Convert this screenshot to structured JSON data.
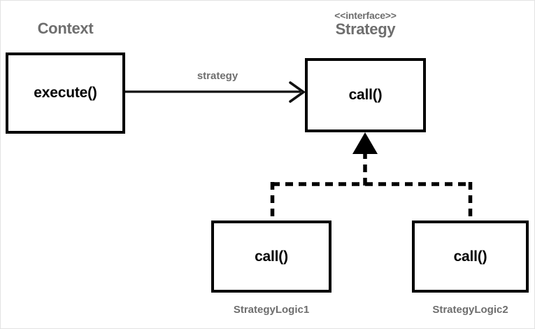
{
  "diagram": {
    "type": "uml-class-diagram",
    "pattern": "Strategy",
    "background": "#ffffff",
    "stroke_color": "#000000",
    "label_color": "#6e6e6e",
    "frame_color": "#e3e3e3"
  },
  "nodes": {
    "context": {
      "name": "Context",
      "member": "execute()"
    },
    "strategy": {
      "stereotype": "<<interface>>",
      "name": "Strategy",
      "member": "call()"
    },
    "logic1": {
      "name": "StrategyLogic1",
      "member": "call()"
    },
    "logic2": {
      "name": "StrategyLogic2",
      "member": "call()"
    }
  },
  "edges": {
    "association": {
      "label": "strategy",
      "from": "context",
      "to": "strategy",
      "style": "solid",
      "arrowhead": "open"
    },
    "realization1": {
      "from": "logic1",
      "to": "strategy",
      "style": "dashed",
      "arrowhead": "closed-triangle"
    },
    "realization2": {
      "from": "logic2",
      "to": "strategy",
      "style": "dashed",
      "arrowhead": "closed-triangle"
    }
  }
}
